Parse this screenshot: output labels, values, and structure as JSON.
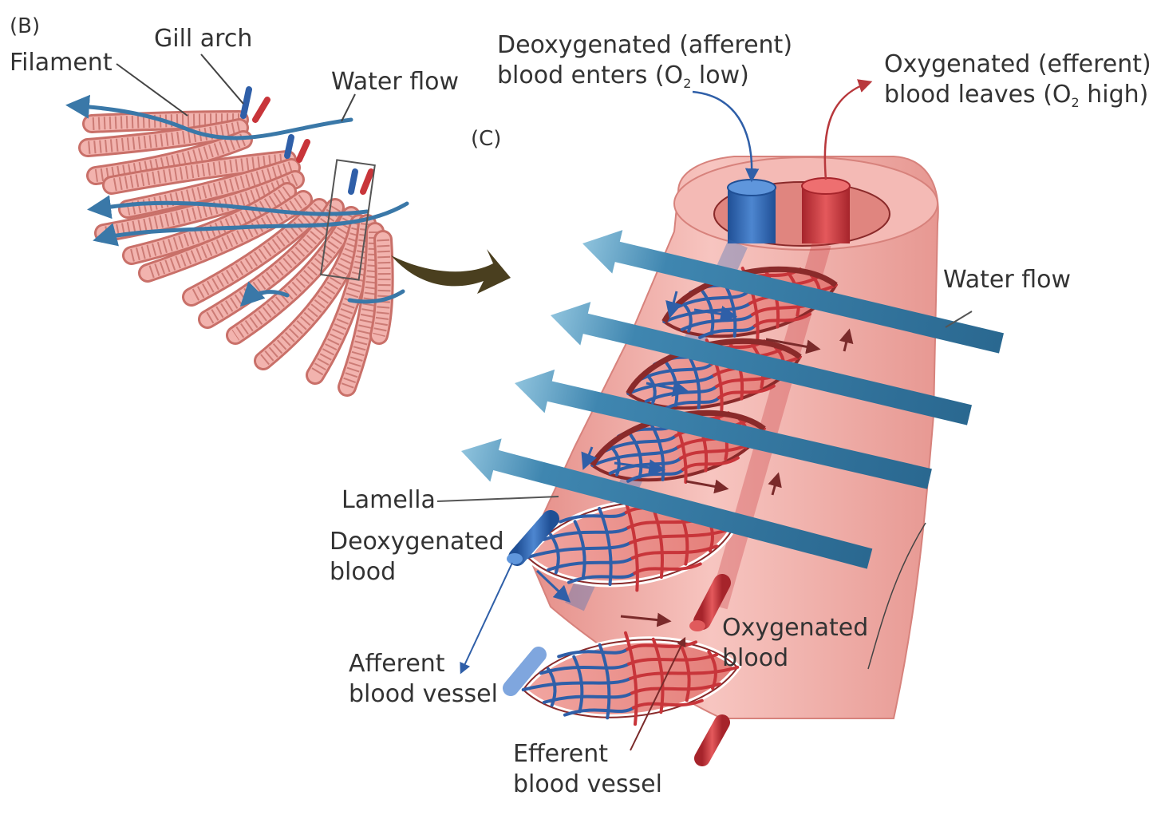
{
  "panels": {
    "b": "(B)",
    "c": "(C)"
  },
  "labels": {
    "filament": "Filament",
    "gill_arch": "Gill arch",
    "water_flow_b": "Water flow",
    "deoxy_enter_line1": "Deoxygenated (afferent)",
    "deoxy_enter_line2_pre": "blood enters (O",
    "deoxy_enter_sub": "2",
    "deoxy_enter_line2_post": " low)",
    "oxy_leave_line1": "Oxygenated (efferent)",
    "oxy_leave_line2_pre": "blood leaves (O",
    "oxy_leave_sub": "2",
    "oxy_leave_line2_post": " high)",
    "water_flow_c": "Water flow",
    "lamella": "Lamella",
    "deoxy_blood_line1": "Deoxygenated",
    "deoxy_blood_line2": "blood",
    "oxy_blood_line1": "Oxygenated",
    "oxy_blood_line2": "blood",
    "afferent_line1": "Afferent",
    "afferent_line2": "blood vessel",
    "efferent_line1": "Efferent",
    "efferent_line2": "blood vessel"
  },
  "colors": {
    "tissue": "#f2b3ae",
    "tissue_dark": "#c97069",
    "deoxy_blue": "#2f5fa8",
    "oxy_red": "#c8353a",
    "water_arrow": "#2f6e93",
    "transition_arrow": "#4a3f1f"
  }
}
